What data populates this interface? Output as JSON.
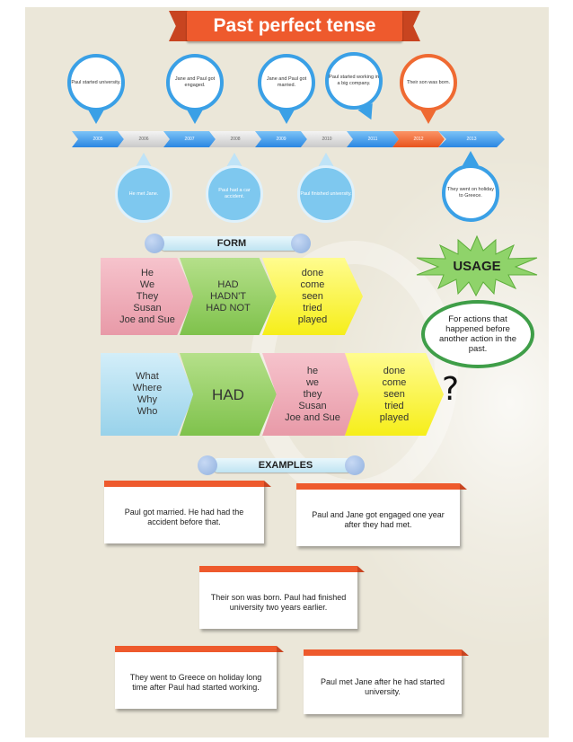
{
  "title": "Past perfect tense",
  "timeline": {
    "years": [
      "2005",
      "2006",
      "2007",
      "2008",
      "2009",
      "2010",
      "2011",
      "2012",
      "2013"
    ],
    "events_above": [
      "Paul started university.",
      "Jane and Paul got engaged.",
      "Jane and Paul got married.",
      "Paul started working in a big company.",
      "Their son was born."
    ],
    "events_below": [
      "He met Jane.",
      "Paul had a car accident.",
      "Paul finished university.",
      "They went on holiday to Greece."
    ]
  },
  "form": {
    "header": "FORM",
    "row1": {
      "subjects": [
        "He",
        "We",
        "They",
        "Susan",
        "Joe and Sue"
      ],
      "auxiliary": [
        "HAD",
        "HADN'T",
        "HAD NOT"
      ],
      "participles": [
        "done",
        "come",
        "seen",
        "tried",
        "played"
      ]
    },
    "row2": {
      "question_words": [
        "What",
        "Where",
        "Why",
        "Who"
      ],
      "auxiliary": "HAD",
      "subjects": [
        "he",
        "we",
        "they",
        "Susan",
        "Joe and Sue"
      ],
      "participles": [
        "done",
        "come",
        "seen",
        "tried",
        "played"
      ],
      "question_mark": "?"
    }
  },
  "usage": {
    "label": "USAGE",
    "text": "For actions that happened before another action in the past."
  },
  "examples": {
    "header": "EXAMPLES",
    "items": [
      "Paul got married. He had had the accident before that.",
      "Paul and Jane got engaged one year after they had met.",
      "Their son was born. Paul had finished university two years earlier.",
      "They went to Greece on holiday long time after Paul had started working.",
      "Paul met Jane after he had started university."
    ]
  },
  "colors": {
    "accent_orange": "#ee5a2d",
    "timeline_blue": "#3aa0e6",
    "usage_green": "#3f9e48"
  }
}
